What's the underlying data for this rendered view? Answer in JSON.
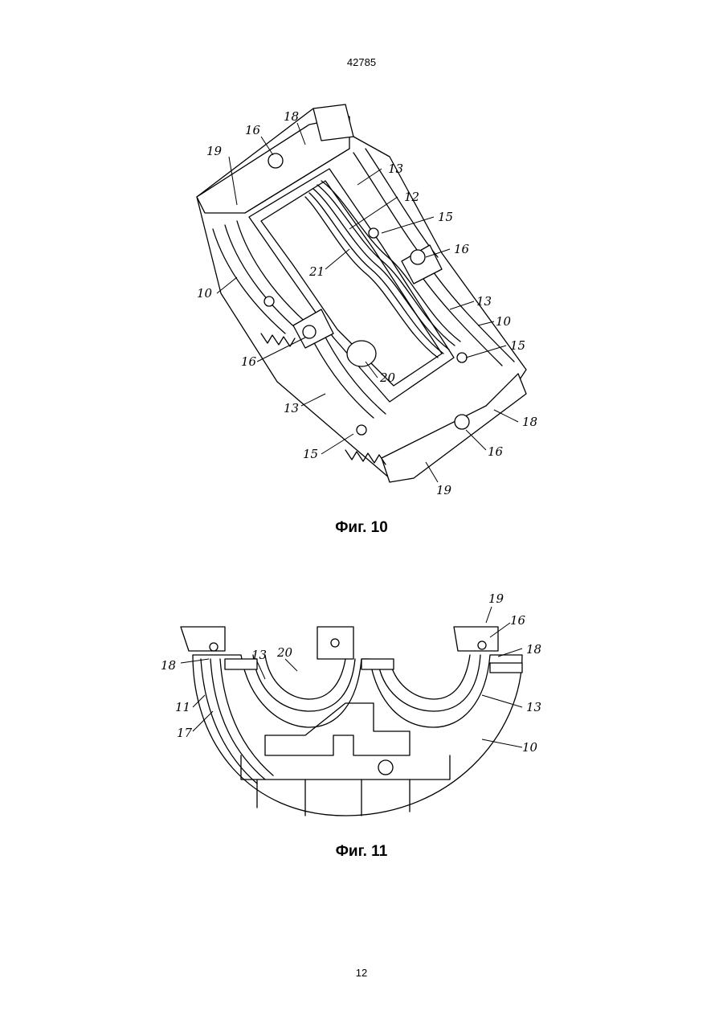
{
  "header": {
    "doc_number": "42785"
  },
  "figures": [
    {
      "caption": "Фиг. 10",
      "labels": [
        "16",
        "18",
        "19",
        "13",
        "12",
        "15",
        "21",
        "16",
        "10",
        "13",
        "10",
        "16",
        "20",
        "15",
        "13",
        "18",
        "15",
        "16",
        "19"
      ]
    },
    {
      "caption": "Фиг. 11",
      "labels": [
        "19",
        "16",
        "18",
        "18",
        "13",
        "20",
        "11",
        "17",
        "13",
        "10"
      ]
    }
  ],
  "footer": {
    "page_number": "12"
  }
}
